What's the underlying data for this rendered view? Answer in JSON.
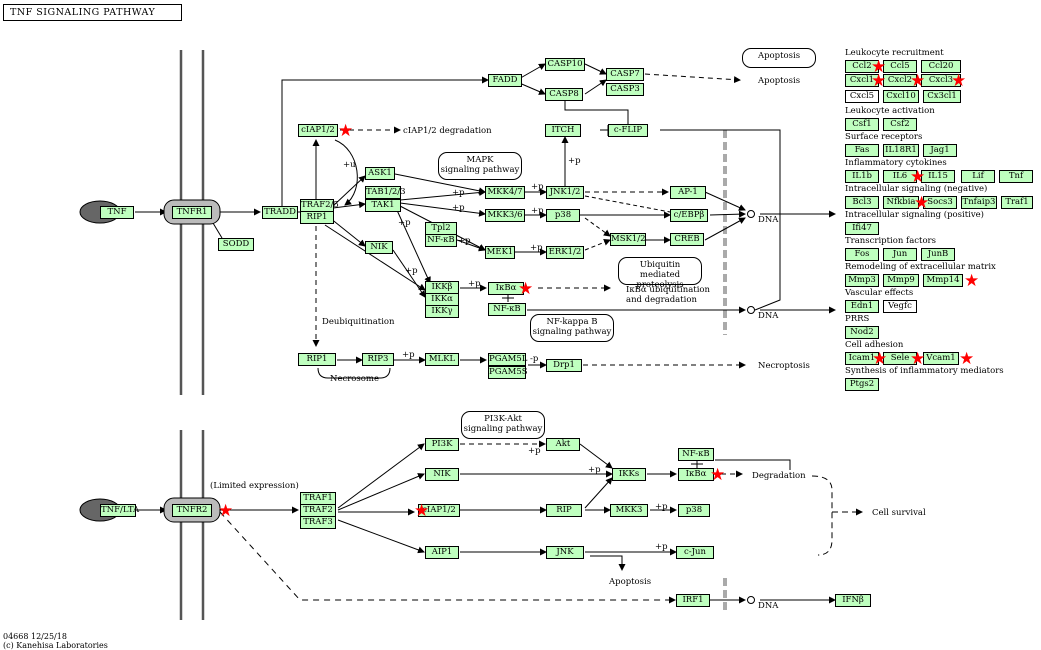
{
  "title": "TNF SIGNALING PATHWAY",
  "footer": {
    "code": "04668 12/25/18",
    "copyright": "(c) Kanehisa Laboratories"
  },
  "colors": {
    "gene_fill": "#bfffbf",
    "star": "#ff0000",
    "receptor_gray": "#808080"
  },
  "map_boxes": {
    "apoptosis": "Apoptosis",
    "mapk": [
      "MAPK",
      "signaling pathway"
    ],
    "ubiquitin": [
      "Ubiquitin mediated",
      "proteolysis"
    ],
    "nfkb": [
      "NF-kappa B",
      "signaling pathway"
    ],
    "pi3k": [
      "PI3K-Akt",
      "signaling pathway"
    ]
  },
  "labels": {
    "ciap_degradation": "cIAP1/2 degradation",
    "apoptosis_caspase": "Apoptosis",
    "plus_u": "+u",
    "dna_1": "DNA",
    "dna_2": "DNA",
    "dna_3": "DNA",
    "ikba_ubiq": [
      "IκBα ubiquitination",
      "and degradation"
    ],
    "deubiquitination": "Deubiquitination",
    "necrosome": "Necrosome",
    "necroptosis": "Necroptosis",
    "limited_expression": "(Limited expression)",
    "degradation": "Degradation",
    "cell_survival": "Cell survival",
    "apoptosis_jnk": "Apoptosis"
  },
  "categories": {
    "leukocyte_recruitment": "Leukocyte recruitment",
    "leukocyte_activation": "Leukocyte activation",
    "surface_receptors": "Surface receptors",
    "inflammatory_cytokines": "Inflammatory cytokines",
    "intracellular_negative": "Intracellular signaling (negative)",
    "intracellular_positive": "Intracellular signaling (positive)",
    "transcription_factors": "Transcription factors",
    "remodeling": "Remodeling of extracellular matrix",
    "vascular": "Vascular effects",
    "prrs": "PRRS",
    "cell_adhesion": "Cell adhesion",
    "synthesis": "Synthesis of inflammatory mediators"
  },
  "genes": {
    "TNF": "TNF",
    "TNFR1": "TNFR1",
    "SODD": "SODD",
    "TRADD": "TRADD",
    "TRAF25": "TRAF2/5",
    "RIP1": "RIP1",
    "FADD": "FADD",
    "CASP10": "CASP10",
    "CASP8": "CASP8",
    "CASP7": "CASP7",
    "CASP3": "CASP3",
    "cIAP12": "cIAP1/2",
    "ITCH": "ITCH",
    "cFLIP": "c-FLIP",
    "ASK1": "ASK1",
    "TAB123": "TAB1/2/3",
    "TAK1": "TAK1",
    "MKK47": "MKK4/7",
    "JNK12": "JNK1/2",
    "AP1": "AP-1",
    "MKK36": "MKK3/6",
    "p38": "p38",
    "cEBPb": "c/EBPβ",
    "Tpl2": "Tpl2",
    "NFkB_a": "NF-κB",
    "NIK": "NIK",
    "MEK1": "MEK1",
    "ERK12": "ERK1/2",
    "MSK12": "MSK1/2",
    "CREB": "CREB",
    "IKKb": "IKKβ",
    "IKKa": "IKKα",
    "IKKg": "IKKγ",
    "IkBa": "IκBα",
    "NFkB_b": "NF-κB",
    "RIP1_b": "RIP1",
    "RIP3": "RIP3",
    "MLKL": "MLKL",
    "PGAM5L": "PGAM5L",
    "PGAM5S": "PGAM5S",
    "Drp1": "Drp1",
    "TNFLTA": "TNF/LTA",
    "TNFR2": "TNFR2",
    "TRAF1": "TRAF1",
    "TRAF2": "TRAF2",
    "TRAF3": "TRAF3",
    "PI3K": "PI3K",
    "Akt": "Akt",
    "NIK_b": "NIK",
    "cIAP12_b": "cIAP1/2",
    "RIP": "RIP",
    "MKK3": "MKK3",
    "p38_b": "p38",
    "IKKs": "IKKs",
    "NFkB_c": "NF-κB",
    "IkBa_b": "IκBα",
    "AIP1": "AIP1",
    "JNK": "JNK",
    "cJun": "c-Jun",
    "IRF1": "IRF1",
    "IFNb": "IFNβ",
    "Ccl2": "Ccl2",
    "Ccl5": "Ccl5",
    "Ccl20": "Ccl20",
    "Cxcl1": "Cxcl1",
    "Cxcl2": "Cxcl2",
    "Cxcl3": "Cxcl3",
    "Cxcl5": "Cxcl5",
    "Cxcl10": "Cxcl10",
    "Cx3cl1": "Cx3cl1",
    "Csf1": "Csf1",
    "Csf2": "Csf2",
    "Fas": "Fas",
    "IL18R1": "IL18R1",
    "Jag1": "Jag1",
    "IL1b": "IL1b",
    "IL6": "IL6",
    "IL15": "IL15",
    "Lif": "Lif",
    "Tnf": "Tnf",
    "Bcl3": "Bcl3",
    "Nfkbia": "Nfkbia",
    "Socs3": "Socs3",
    "Tnfaip3": "Tnfaip3",
    "Traf1": "Traf1",
    "Ifi47": "Ifi47",
    "Fos": "Fos",
    "Jun": "Jun",
    "JunB": "JunB",
    "Mmp3": "Mmp3",
    "Mmp9": "Mmp9",
    "Mmp14": "Mmp14",
    "Edn1": "Edn1",
    "Vegfc": "Vegfc",
    "Nod2": "Nod2",
    "Icam1": "Icam1",
    "Sele": "Sele",
    "Vcam1": "Vcam1",
    "Ptgs2": "Ptgs2"
  },
  "edge_labels": {
    "plus_p": "+p",
    "minus_p": "-p"
  }
}
